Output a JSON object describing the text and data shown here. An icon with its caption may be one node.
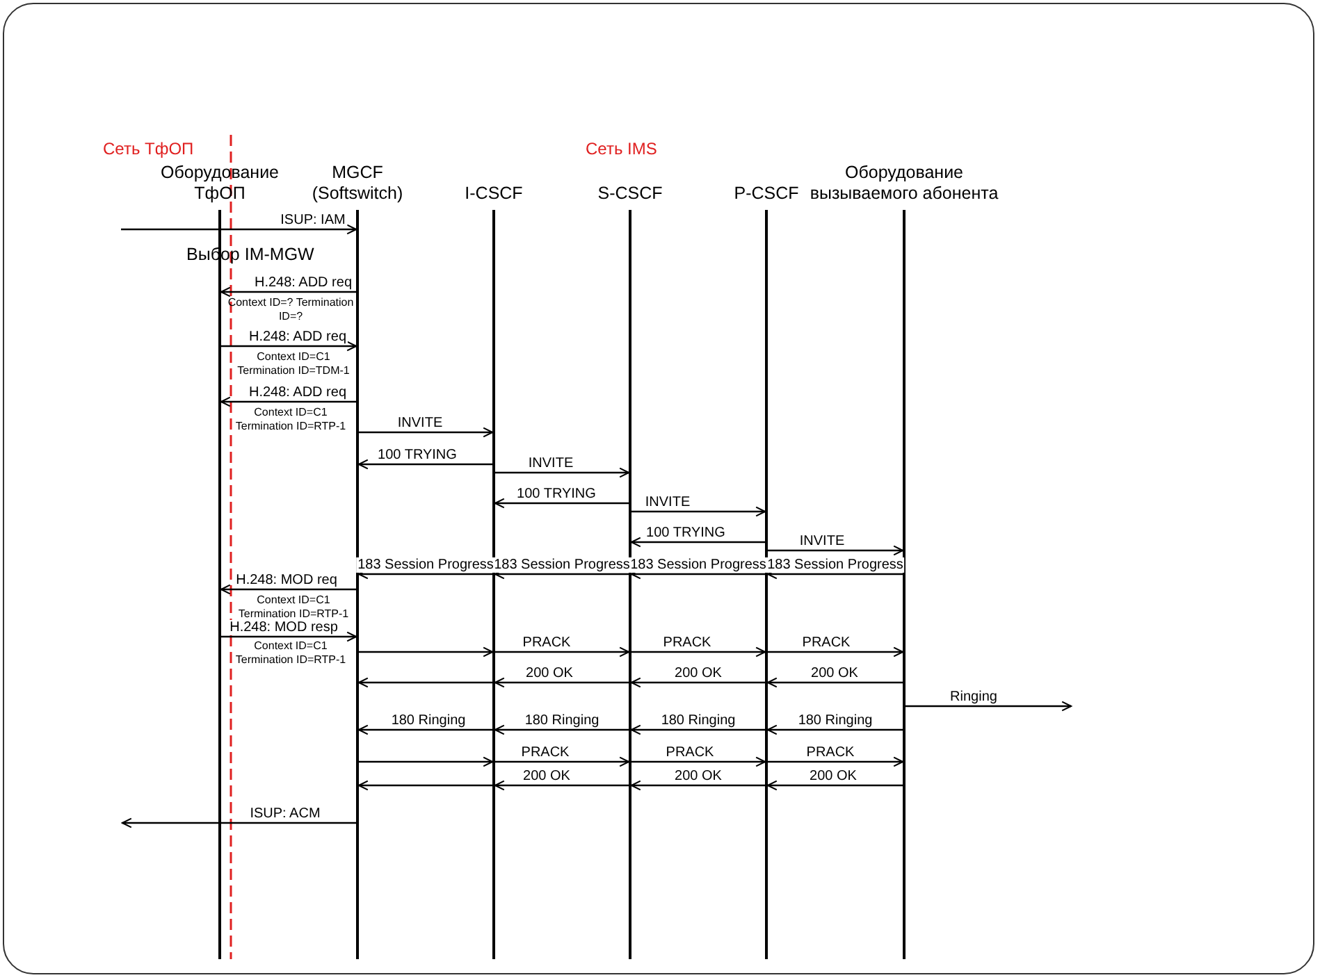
{
  "diagram": {
    "nodes": [
      {
        "text": [
          "Оборудование ТфОП"
        ]
      },
      {
        "text": [
          "MGCF (Softswitch)"
        ]
      },
      {
        "text": [
          "I-CSCF"
        ]
      },
      {
        "text": [
          "S-CSCF"
        ]
      },
      {
        "text": [
          "P-CSCF"
        ]
      },
      {
        "text": [
          "Оборудование вызываемого абонента"
        ]
      }
    ],
    "edges": [
      {
        "from": null,
        "to": 1,
        "arrow": "to",
        "label": "ISUP: IAM"
      },
      {
        "from": 1,
        "to": 0,
        "arrow": "to",
        "label": "H.248: ADD req"
      },
      {
        "from": 0,
        "to": 1,
        "arrow": "to",
        "label": "H.248: ADD req"
      },
      {
        "from": 1,
        "to": 0,
        "arrow": "to",
        "label": "H.248: ADD req"
      },
      {
        "from": 1,
        "to": 2,
        "arrow": "to",
        "label": "INVITE"
      },
      {
        "from": 2,
        "to": 1,
        "arrow": "to",
        "label": "100 TRYING"
      },
      {
        "from": 2,
        "to": 3,
        "arrow": "to",
        "label": "INVITE"
      },
      {
        "from": 3,
        "to": 2,
        "arrow": "to",
        "label": "100 TRYING"
      },
      {
        "from": 3,
        "to": 4,
        "arrow": "to",
        "label": "INVITE"
      },
      {
        "from": 4,
        "to": 3,
        "arrow": "to",
        "label": "100 TRYING"
      },
      {
        "from": 4,
        "to": 5,
        "arrow": "to",
        "label": "INVITE"
      },
      {
        "from": 5,
        "to": 4,
        "arrow": "to",
        "label": "183 Session Progress"
      },
      {
        "from": 4,
        "to": 3,
        "arrow": "to",
        "label": "183 Session Progress"
      },
      {
        "from": 3,
        "to": 2,
        "arrow": "to",
        "label": "183 Session Progress"
      },
      {
        "from": 2,
        "to": 1,
        "arrow": "to",
        "label": "183 Session Progress"
      },
      {
        "from": 1,
        "to": 0,
        "arrow": "to",
        "label": "H.248: MOD req"
      },
      {
        "from": 0,
        "to": 1,
        "arrow": "to",
        "label": "H.248: MOD resp"
      },
      {
        "from": 1,
        "to": 2,
        "arrow": "to"
      },
      {
        "from": 2,
        "to": 3,
        "arrow": "to",
        "label": "PRACK"
      },
      {
        "from": 3,
        "to": 4,
        "arrow": "to",
        "label": "PRACK"
      },
      {
        "from": 4,
        "to": 5,
        "arrow": "to",
        "label": "PRACK"
      },
      {
        "from": 5,
        "to": 4,
        "arrow": "to",
        "label": "200 OK"
      },
      {
        "from": 4,
        "to": 3,
        "arrow": "to",
        "label": "200 OK"
      },
      {
        "from": 3,
        "to": 2,
        "arrow": "to",
        "label": "200 OK"
      },
      {
        "from": 2,
        "to": 1,
        "arrow": "to"
      },
      {
        "from": 5,
        "to": null,
        "arrow": "to",
        "label": "Ringing"
      },
      {
        "from": 5,
        "to": 4,
        "arrow": "to",
        "label": "180 Ringing"
      },
      {
        "from": 4,
        "to": 3,
        "arrow": "to",
        "label": "180 Ringing"
      },
      {
        "from": 3,
        "to": 2,
        "arrow": "to",
        "label": "180 Ringing"
      },
      {
        "from": 2,
        "to": 1,
        "arrow": "to",
        "label": "180 Ringing"
      },
      {
        "from": 1,
        "to": 2,
        "arrow": "to"
      },
      {
        "from": 2,
        "to": 3,
        "arrow": "to",
        "label": "PRACK"
      },
      {
        "from": 3,
        "to": 4,
        "arrow": "to",
        "label": "PRACK"
      },
      {
        "from": 4,
        "to": 5,
        "arrow": "to",
        "label": "PRACK"
      },
      {
        "from": 5,
        "to": 4,
        "arrow": "to",
        "label": "200 OK"
      },
      {
        "from": 4,
        "to": 3,
        "arrow": "to",
        "label": "200 OK"
      },
      {
        "from": 3,
        "to": 2,
        "arrow": "to",
        "label": "200 OK"
      },
      {
        "from": 2,
        "to": 1,
        "arrow": "to"
      },
      {
        "from": 1,
        "to": 0,
        "arrow": "to",
        "label": "ISUP: ACM"
      }
    ],
    "labels": [
      "Сеть ТфОП",
      "Сеть IMS",
      "Выбор IM-MGW",
      "Context ID=? Termination ID=?",
      "Context ID=C1 Termination ID=TDM-1",
      "Context ID=C1 Termination ID=RTP-1",
      "Context ID=C1 Termination ID=RTP-1",
      "Context ID=C1 Termination ID=RTP-1"
    ]
  }
}
